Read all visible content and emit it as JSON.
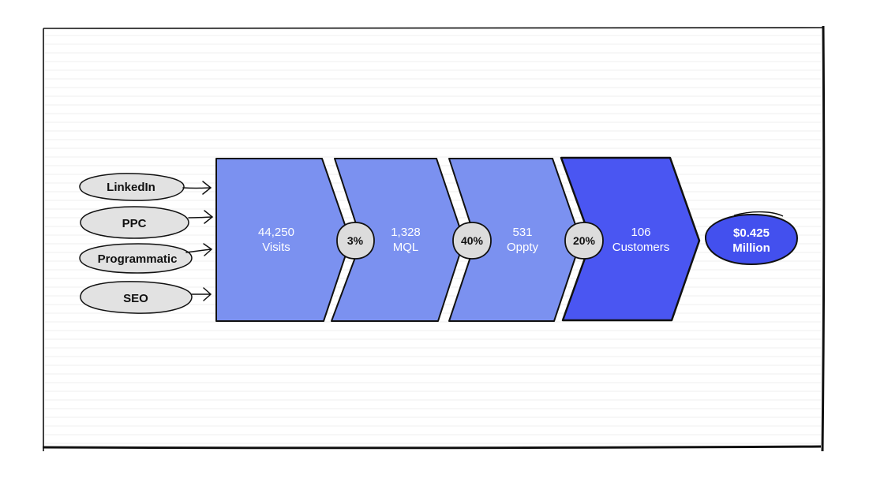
{
  "colors": {
    "stage": "#7b91f0",
    "stage_highlight": "#4a56f2",
    "result": "#4350ee",
    "source_fill": "#e2e2e2",
    "rate_fill": "#dcdcdc",
    "outline": "#111111",
    "ruled_line": "#efefef"
  },
  "sources": [
    {
      "label": "LinkedIn"
    },
    {
      "label": "PPC"
    },
    {
      "label": "Programmatic"
    },
    {
      "label": "SEO"
    }
  ],
  "stages": [
    {
      "value": "44,250",
      "label": "Visits",
      "highlight": false
    },
    {
      "value": "1,328",
      "label": "MQL",
      "highlight": false
    },
    {
      "value": "531",
      "label": "Oppty",
      "highlight": false
    },
    {
      "value": "106",
      "label": "Customers",
      "highlight": true
    }
  ],
  "conversion_rates": [
    {
      "rate": "3%"
    },
    {
      "rate": "40%"
    },
    {
      "rate": "20%"
    }
  ],
  "result": {
    "value": "$0.425",
    "unit": "Million"
  }
}
